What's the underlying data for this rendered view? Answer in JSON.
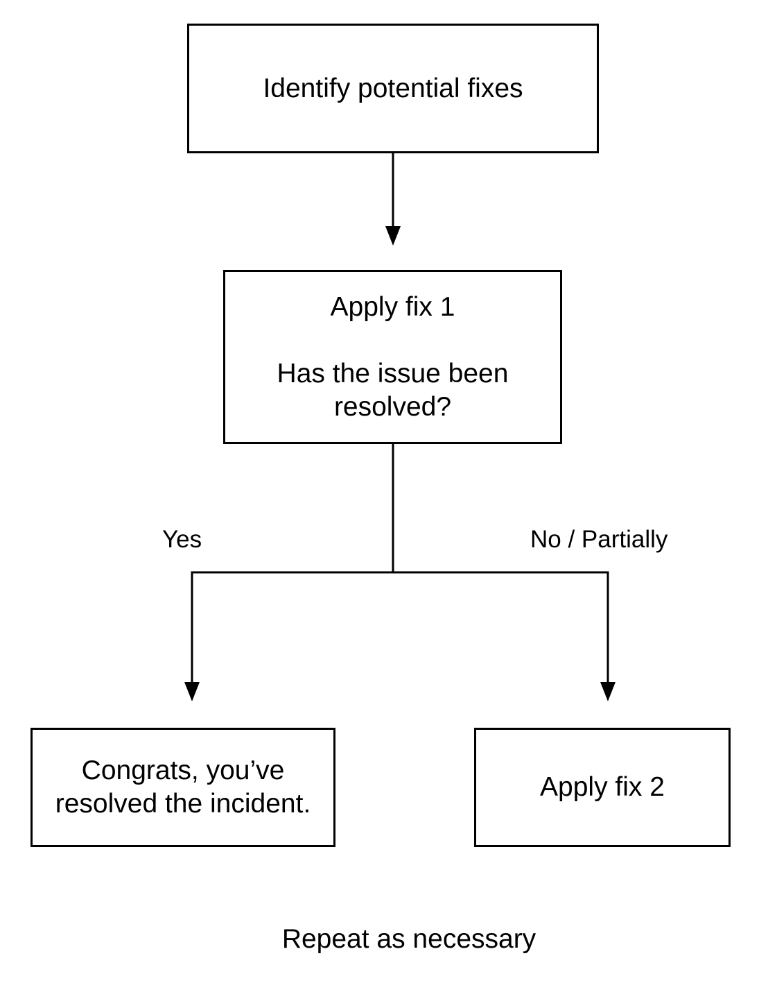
{
  "nodes": {
    "identify": "Identify potential fixes",
    "apply_fix_1": "Apply fix 1",
    "question": [
      "Has the issue been",
      "resolved?"
    ],
    "congrats": [
      "Congrats, you’ve",
      "resolved the incident."
    ],
    "apply_fix_2": "Apply fix 2"
  },
  "edges": {
    "yes_label": "Yes",
    "no_label": "No / Partially"
  },
  "footer": "Repeat as necessary"
}
